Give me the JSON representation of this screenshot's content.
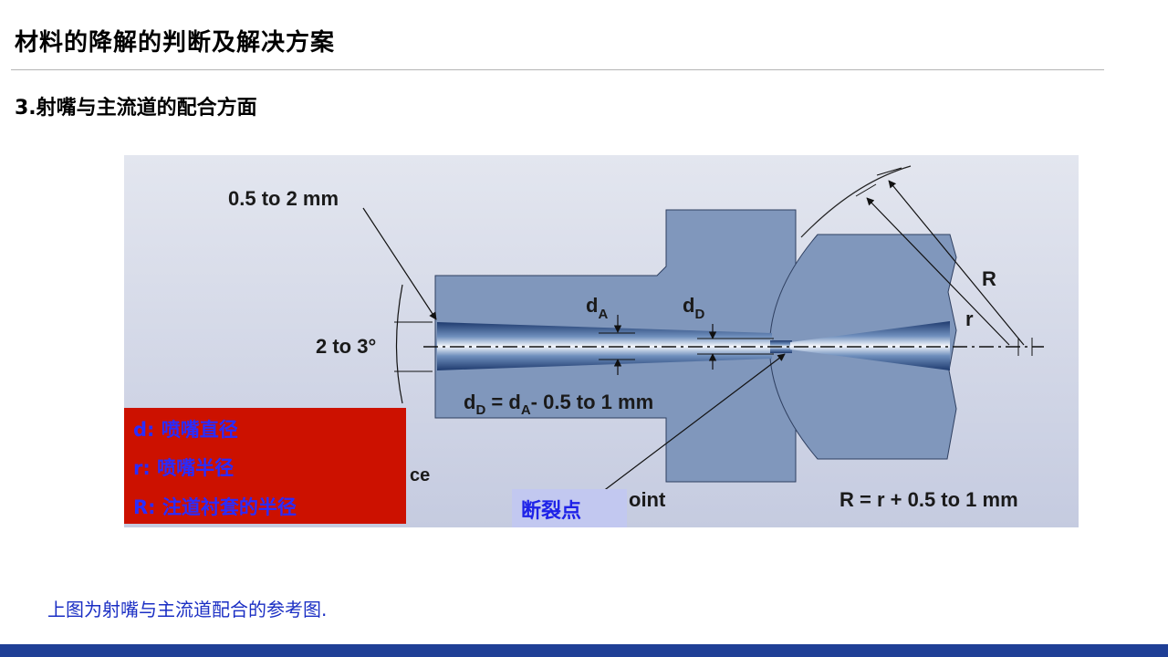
{
  "slide": {
    "title": "材料的降解的判断及解决方案",
    "section_heading": "3.射嘴与主流道的配合方面",
    "caption": "上图为射嘴与主流道配合的参考图."
  },
  "diagram": {
    "labels": {
      "land_length": "0.5 to 2 mm",
      "taper_angle": "2 to 3°",
      "d_a": "d",
      "d_a_sub": "A",
      "d_d": "d",
      "d_d_sub": "D",
      "formula_dd": "d",
      "formula_dd_sub": "D",
      "formula_dd_mid": " = d",
      "formula_dd_sub2": "A",
      "formula_dd_tail": "- 0.5 to 1 mm",
      "r_label": "r",
      "R_label": "R",
      "formula_R": "R = r + 0.5 to 1 mm",
      "partial_ce": "ce",
      "partial_point": "oint"
    },
    "legend": {
      "items": [
        "d: 喷嘴直径",
        "r: 喷嘴半径",
        "R: 注道衬套的半径"
      ]
    },
    "fracture_point_label": "断裂点"
  },
  "colors": {
    "legend_bg": "#cc1100",
    "legend_text": "#2a2cff",
    "caption_text": "#1b2fc4",
    "bottom_bar": "#1f3f96",
    "metal": "#8097bc"
  }
}
